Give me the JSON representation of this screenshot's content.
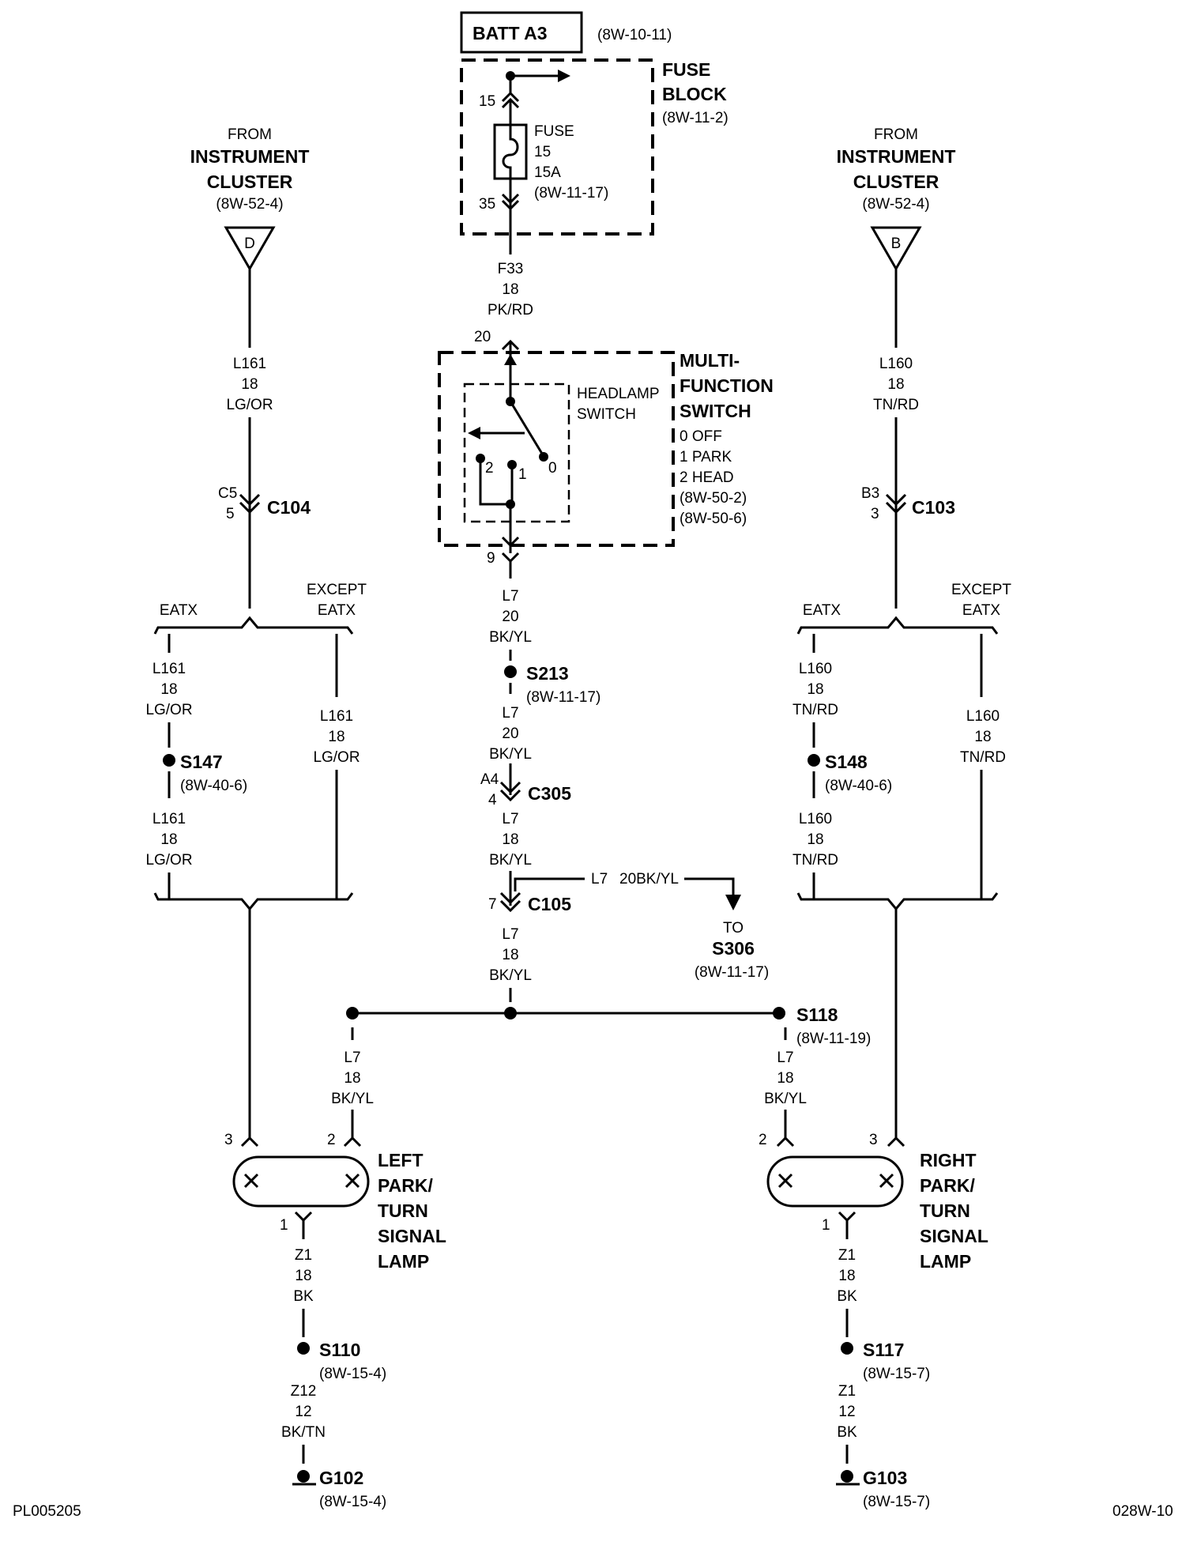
{
  "top": {
    "batt_label": "BATT A3",
    "batt_ref": "(8W-10-11)",
    "fuse_block_title_1": "FUSE",
    "fuse_block_title_2": "BLOCK",
    "fuse_block_ref": "(8W-11-2)",
    "fuse_pin_top": "15",
    "fuse_pin_bottom": "35",
    "fuse_label": "FUSE",
    "fuse_number": "15",
    "fuse_rating": "15A",
    "fuse_ref": "(8W-11-17)",
    "wire_f33": [
      "F33",
      "18",
      "PK/RD"
    ]
  },
  "switch": {
    "pin_top": "20",
    "pin_bottom": "9",
    "title": [
      "MULTI-",
      "FUNCTION",
      "SWITCH"
    ],
    "positions": [
      "0 OFF",
      "1 PARK",
      "2 HEAD"
    ],
    "refs": [
      "(8W-50-2)",
      "(8W-50-6)"
    ],
    "headlamp_label": [
      "HEADLAMP",
      "SWITCH"
    ],
    "contact_0": "0",
    "contact_1": "1",
    "contact_2": "2"
  },
  "center": {
    "wire_l7_a": [
      "L7",
      "20",
      "BK/YL"
    ],
    "s213": "S213",
    "s213_ref": "(8W-11-17)",
    "wire_l7_b": [
      "L7",
      "20",
      "BK/YL"
    ],
    "c305_pin": [
      "A4",
      "4"
    ],
    "c305": "C305",
    "wire_l7_c": [
      "L7",
      "18",
      "BK/YL"
    ],
    "c105_pin": "7",
    "c105": "C105",
    "branch_wire_1": "L7",
    "branch_wire_2": "20BK/YL",
    "to_label": "TO",
    "s306": "S306",
    "s306_ref": "(8W-11-17)",
    "wire_l7_d": [
      "L7",
      "18",
      "BK/YL"
    ]
  },
  "left": {
    "from": "FROM",
    "source": [
      "INSTRUMENT",
      "CLUSTER"
    ],
    "source_ref": "(8W-52-4)",
    "connector_letter": "D",
    "wire_main": [
      "L161",
      "18",
      "LG/OR"
    ],
    "c104_pin": [
      "C5",
      "5"
    ],
    "c104": "C104",
    "branch_a": "EATX",
    "branch_b": [
      "EXCEPT",
      "EATX"
    ],
    "wire_eatx_1": [
      "L161",
      "18",
      "LG/OR"
    ],
    "s147": "S147",
    "s147_ref": "(8W-40-6)",
    "wire_eatx_2": [
      "L161",
      "18",
      "LG/OR"
    ],
    "wire_except": [
      "L161",
      "18",
      "LG/OR"
    ],
    "wire_l7": [
      "L7",
      "18",
      "BK/YL"
    ],
    "lamp_pin_3": "3",
    "lamp_pin_2": "2",
    "lamp_pin_1": "1",
    "lamp_label": [
      "LEFT",
      "PARK/",
      "TURN",
      "SIGNAL",
      "LAMP"
    ],
    "wire_z1": [
      "Z1",
      "18",
      "BK"
    ],
    "s110": "S110",
    "s110_ref": "(8W-15-4)",
    "wire_z12": [
      "Z12",
      "12",
      "BK/TN"
    ],
    "ground": "G102",
    "ground_ref": "(8W-15-4)"
  },
  "right": {
    "from": "FROM",
    "source": [
      "INSTRUMENT",
      "CLUSTER"
    ],
    "source_ref": "(8W-52-4)",
    "connector_letter": "B",
    "wire_main": [
      "L160",
      "18",
      "TN/RD"
    ],
    "c103_pin": [
      "B3",
      "3"
    ],
    "c103": "C103",
    "branch_a": "EATX",
    "branch_b": [
      "EXCEPT",
      "EATX"
    ],
    "wire_eatx_1": [
      "L160",
      "18",
      "TN/RD"
    ],
    "s148": "S148",
    "s148_ref": "(8W-40-6)",
    "wire_eatx_2": [
      "L160",
      "18",
      "TN/RD"
    ],
    "wire_except": [
      "L160",
      "18",
      "TN/RD"
    ],
    "s118": "S118",
    "s118_ref": "(8W-11-19)",
    "wire_l7": [
      "L7",
      "18",
      "BK/YL"
    ],
    "lamp_pin_2": "2",
    "lamp_pin_3": "3",
    "lamp_pin_1": "1",
    "lamp_label": [
      "RIGHT",
      "PARK/",
      "TURN",
      "SIGNAL",
      "LAMP"
    ],
    "wire_z1": [
      "Z1",
      "18",
      "BK"
    ],
    "s117": "S117",
    "s117_ref": "(8W-15-7)",
    "wire_z1_b": [
      "Z1",
      "12",
      "BK"
    ],
    "ground": "G103",
    "ground_ref": "(8W-15-7)"
  },
  "footer": {
    "left_code": "PL005205",
    "right_code": "028W-10"
  }
}
